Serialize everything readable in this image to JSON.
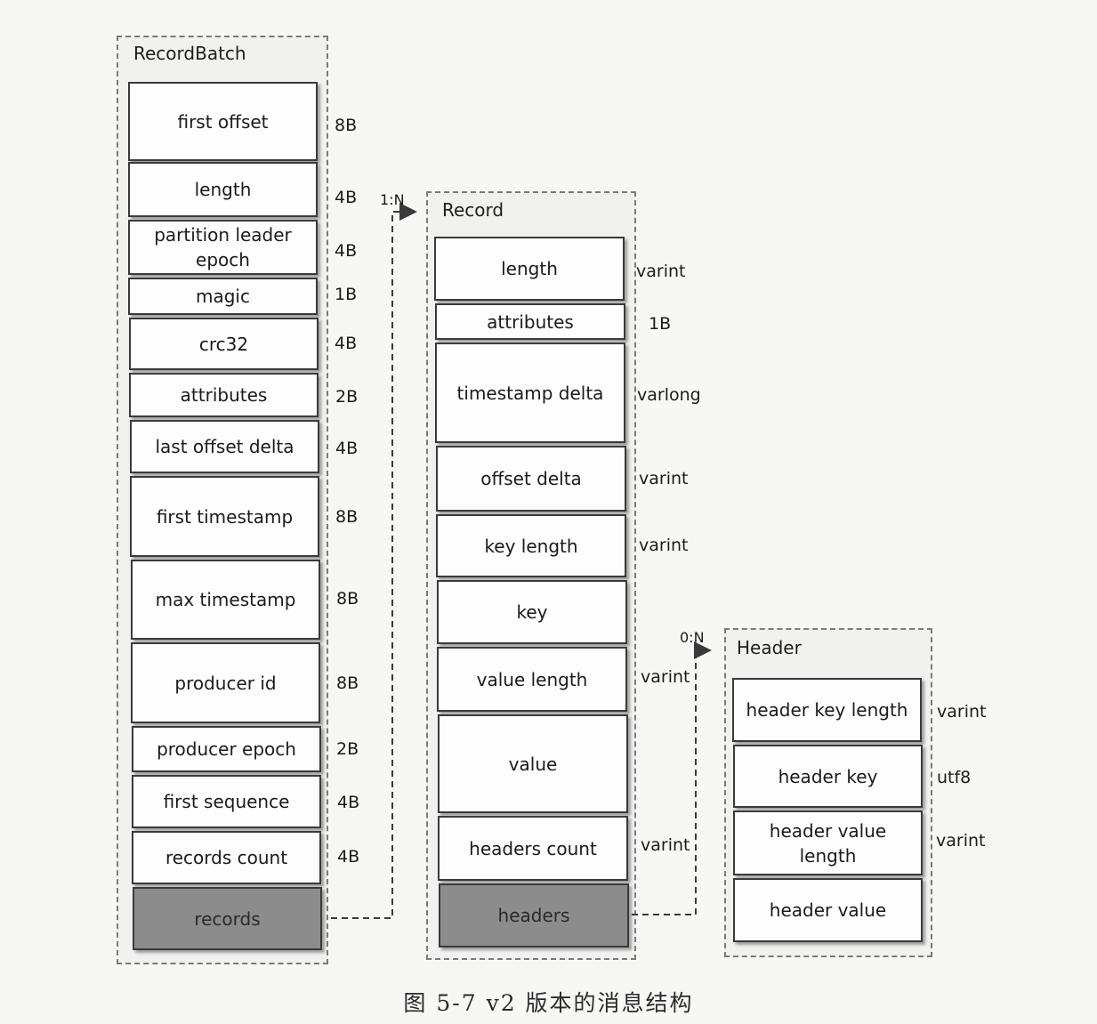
{
  "record_batch": {
    "title": "RecordBatch",
    "fields": [
      {
        "name": "first offset",
        "size": "8B"
      },
      {
        "name": "length",
        "size": "4B"
      },
      {
        "name": "partition leader epoch",
        "size": "4B"
      },
      {
        "name": "magic",
        "size": "1B"
      },
      {
        "name": "crc32",
        "size": "4B"
      },
      {
        "name": "attributes",
        "size": "2B"
      },
      {
        "name": "last offset delta",
        "size": "4B"
      },
      {
        "name": "first timestamp",
        "size": "8B"
      },
      {
        "name": "max timestamp",
        "size": "8B"
      },
      {
        "name": "producer id",
        "size": "8B"
      },
      {
        "name": "producer epoch",
        "size": "2B"
      },
      {
        "name": "first sequence",
        "size": "4B"
      },
      {
        "name": "records count",
        "size": "4B"
      },
      {
        "name": "records",
        "size": ""
      }
    ]
  },
  "record": {
    "title": "Record",
    "fields": [
      {
        "name": "length",
        "size": "varint"
      },
      {
        "name": "attributes",
        "size": "1B"
      },
      {
        "name": "timestamp delta",
        "size": "varlong"
      },
      {
        "name": "offset delta",
        "size": "varint"
      },
      {
        "name": "key length",
        "size": "varint"
      },
      {
        "name": "key",
        "size": ""
      },
      {
        "name": "value length",
        "size": "varint"
      },
      {
        "name": "value",
        "size": ""
      },
      {
        "name": "headers count",
        "size": "varint"
      },
      {
        "name": "headers",
        "size": ""
      }
    ]
  },
  "header": {
    "title": "Header",
    "fields": [
      {
        "name": "header key length",
        "size": "varint"
      },
      {
        "name": "header key",
        "size": "utf8"
      },
      {
        "name": "header value length",
        "size": "varint"
      },
      {
        "name": "header value",
        "size": ""
      }
    ]
  },
  "connectors": {
    "records_to_record": "1:N",
    "headers_to_header": "0:N"
  },
  "caption": "图 5-7   v2 版本的消息结构",
  "colors": {
    "nested_field_fill": "#8c8c8c",
    "field_fill": "#fdfdfd",
    "group_fill": "#f1f1ef",
    "border": "#3a3a3a"
  }
}
